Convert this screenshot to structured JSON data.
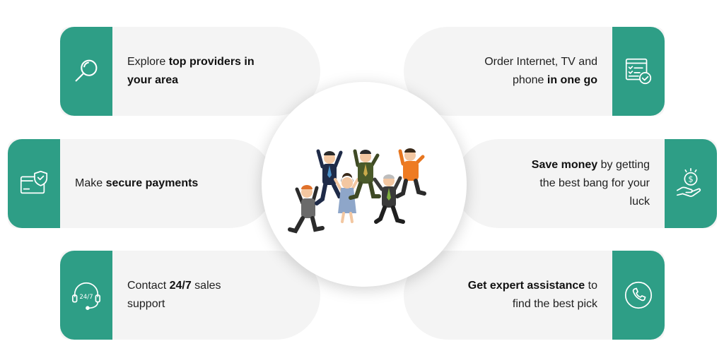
{
  "colors": {
    "accent": "#2e9e86",
    "card_bg": "#f4f4f4"
  },
  "cards": [
    {
      "icon": "magnifier-icon",
      "parts": [
        {
          "t": "Explore ",
          "b": false
        },
        {
          "t": "top providers in",
          "b": true
        },
        {
          "t": "your area",
          "b": true
        }
      ]
    },
    {
      "icon": "checklist-icon",
      "parts": [
        {
          "t": "Order Internet, TV and",
          "b": false
        },
        {
          "t": "phone ",
          "b": false
        },
        {
          "t": "in one go",
          "b": true
        }
      ]
    },
    {
      "icon": "secure-card-icon",
      "parts": [
        {
          "t": "Make ",
          "b": false
        },
        {
          "t": "secure payments",
          "b": true
        }
      ]
    },
    {
      "icon": "money-hand-icon",
      "parts": [
        {
          "t": "Save money",
          "b": true
        },
        {
          "t": " by getting",
          "b": false
        },
        {
          "t": "the best bang for your",
          "b": false
        },
        {
          "t": "luck",
          "b": false
        }
      ]
    },
    {
      "icon": "headset-24-7-icon",
      "icon_text": "24/7",
      "parts": [
        {
          "t": "Contact ",
          "b": false
        },
        {
          "t": "24/7",
          "b": true
        },
        {
          "t": " sales",
          "b": false
        },
        {
          "t": "support",
          "b": false
        }
      ]
    },
    {
      "icon": "phone-circle-icon",
      "parts": [
        {
          "t": "Get expert assistance",
          "b": true
        },
        {
          "t": " to",
          "b": false
        },
        {
          "t": "find the best pick",
          "b": false
        }
      ]
    }
  ],
  "hub": {
    "image": "jumping-people-illustration"
  }
}
